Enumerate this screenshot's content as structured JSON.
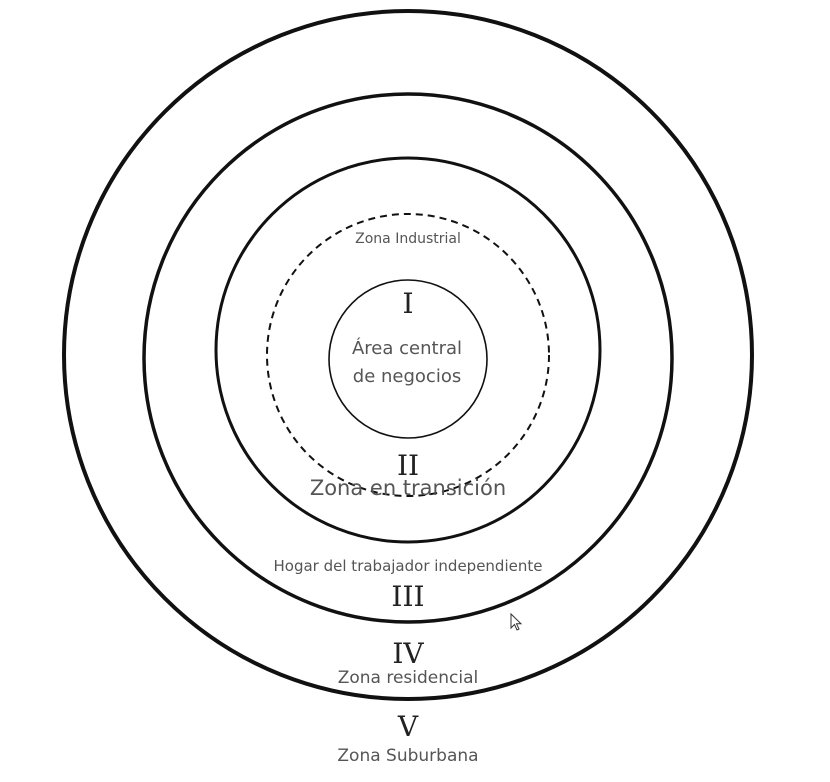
{
  "zones": {
    "cbd": {
      "numeral": "I",
      "line1": "Área central",
      "line2": "de negocios"
    },
    "industrial": {
      "label": "Zona Industrial"
    },
    "transition": {
      "numeral": "II",
      "label": "Zona en transición"
    },
    "worker": {
      "numeral": "III",
      "label": "Hogar del trabajador independiente"
    },
    "residential": {
      "numeral": "IV",
      "label": "Zona residencial"
    },
    "suburban": {
      "numeral": "V",
      "label": "Zona Suburbana"
    }
  },
  "colors": {
    "stroke": "#111111",
    "label": "#555555",
    "numeral": "#222222",
    "background": "#ffffff"
  },
  "icons": {
    "pointer": "mouse-pointer-icon"
  }
}
